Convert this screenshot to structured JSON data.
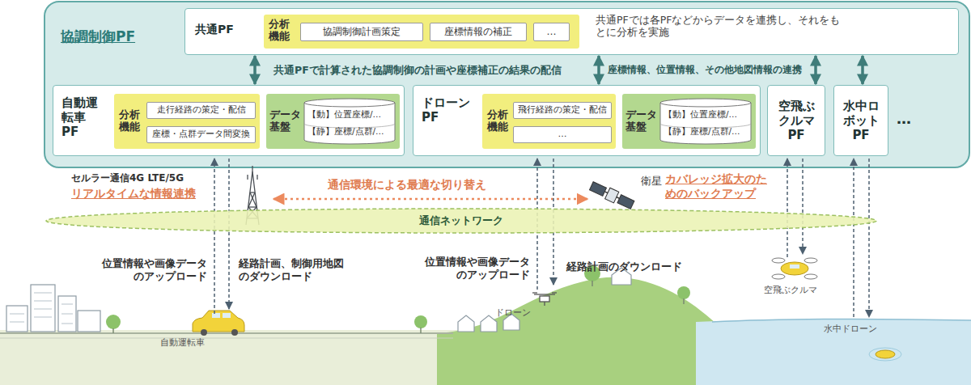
{
  "diagram": {
    "nodes": [
      {
        "text": [
          "協調制御PF"
        ]
      },
      {
        "text": [
          "共通PF",
          "共通PFでは各PFなどからデータを連携し、それをもとに分析を実施"
        ],
        "in": 0
      },
      {
        "text": [
          "分析機能"
        ],
        "in": 1
      },
      {
        "text": [
          "協調制御計画策定"
        ],
        "in": 2
      },
      {
        "text": [
          "座標情報の補正"
        ],
        "in": 2
      },
      {
        "text": [
          "…"
        ],
        "in": 2
      },
      {
        "text": [
          "自動運転車PF"
        ],
        "in": 0
      },
      {
        "text": [
          "分析機能"
        ],
        "in": 6
      },
      {
        "text": [
          "走行経路の策定・配信"
        ],
        "in": 7
      },
      {
        "text": [
          "座標・点群データ間変換"
        ],
        "in": 7
      },
      {
        "text": [
          "データ基盤"
        ],
        "in": 6
      },
      {
        "text": [
          "【動】位置座標/…",
          "【静】座標/点群/…"
        ],
        "in": 10
      },
      {
        "text": [
          "ドローンPF"
        ],
        "in": 0
      },
      {
        "text": [
          "分析機能"
        ],
        "in": 12
      },
      {
        "text": [
          "飛行経路の策定・配信"
        ],
        "in": 13
      },
      {
        "text": [
          "…"
        ],
        "in": 13
      },
      {
        "text": [
          "データ基盤"
        ],
        "in": 12
      },
      {
        "text": [
          "【動】位置座標/…",
          "【静】座標/点群/…"
        ],
        "in": 16
      },
      {
        "text": [
          "空飛ぶクルマPF"
        ],
        "in": 0
      },
      {
        "text": [
          "水中ロボットPF"
        ],
        "in": 0
      },
      {
        "text": [
          "通信ネットワーク"
        ]
      }
    ],
    "edges": [
      {
        "from": 1,
        "to": 6,
        "arrow": "both"
      },
      {
        "from": 1,
        "to": 12,
        "arrow": "both"
      },
      {
        "from": 1,
        "to": 18,
        "arrow": "both"
      },
      {
        "from": 1,
        "to": 19,
        "arrow": "both"
      }
    ],
    "labels": [
      "共通PFで計算された協調制御の計画や座標補正の結果の配信",
      "座標情報、位置情報、その他地図情報の連携",
      "…",
      "セルラー通信4G LTE/5G",
      "リアルタイムな情報連携",
      "通信環境による最適な切り替え",
      "衛星",
      "カバレッジ拡大のためのバックアップ",
      "位置情報や画像データのアップロード",
      "経路計画、制御用地図のダウンロード",
      "位置情報や画像データのアップロード",
      "経路計画のダウンロード",
      "自動運転車",
      "ドローン",
      "空飛ぶクルマ",
      "水中ドローン"
    ]
  }
}
